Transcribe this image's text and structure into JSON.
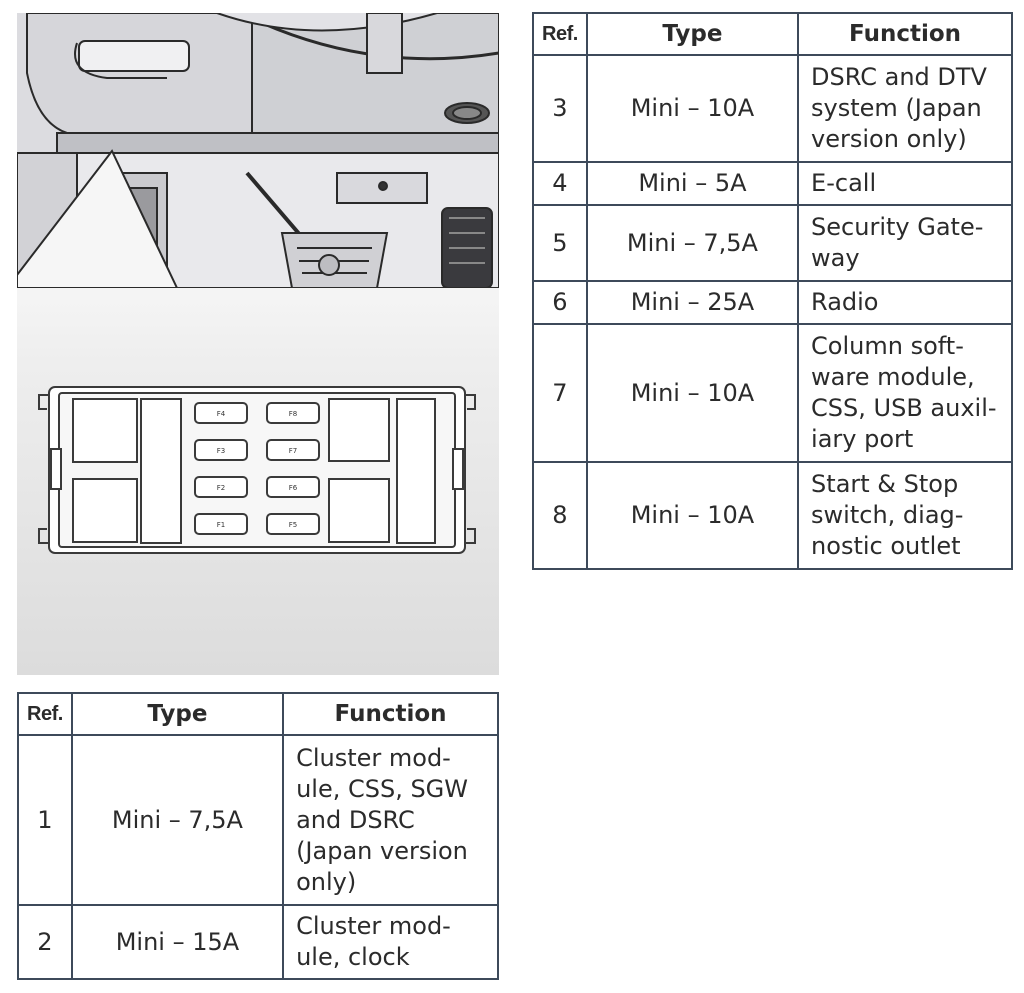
{
  "figure": {
    "fuse_labels": [
      "F4",
      "F8",
      "F3",
      "F7",
      "F2",
      "F6",
      "F1",
      "F5"
    ]
  },
  "table_right": {
    "headers": {
      "ref": "Ref.",
      "type": "Type",
      "function": "Function"
    },
    "rows": [
      {
        "ref": "3",
        "type": "Mini – 10A",
        "function": [
          "DSRC and DTV",
          "system (Japan",
          "version only)"
        ]
      },
      {
        "ref": "4",
        "type": "Mini – 5A",
        "function": [
          "E-call"
        ]
      },
      {
        "ref": "5",
        "type": "Mini – 7,5A",
        "function": [
          "Security Gate-",
          "way"
        ]
      },
      {
        "ref": "6",
        "type": "Mini – 25A",
        "function": [
          "Radio"
        ]
      },
      {
        "ref": "7",
        "type": "Mini – 10A",
        "function": [
          "Column soft-",
          "ware module,",
          "CSS, USB auxil-",
          "iary port"
        ]
      },
      {
        "ref": "8",
        "type": "Mini – 10A",
        "function": [
          "Start & Stop",
          "switch, diag-",
          "nostic outlet"
        ]
      }
    ]
  },
  "table_bottom": {
    "headers": {
      "ref": "Ref.",
      "type": "Type",
      "function": "Function"
    },
    "rows": [
      {
        "ref": "1",
        "type": "Mini – 7,5A",
        "function": [
          "Cluster mod-",
          "ule, CSS, SGW",
          "and DSRC",
          "(Japan version",
          "only)"
        ]
      },
      {
        "ref": "2",
        "type": "Mini – 15A",
        "function": [
          "Cluster mod-",
          "ule, clock"
        ]
      }
    ]
  }
}
